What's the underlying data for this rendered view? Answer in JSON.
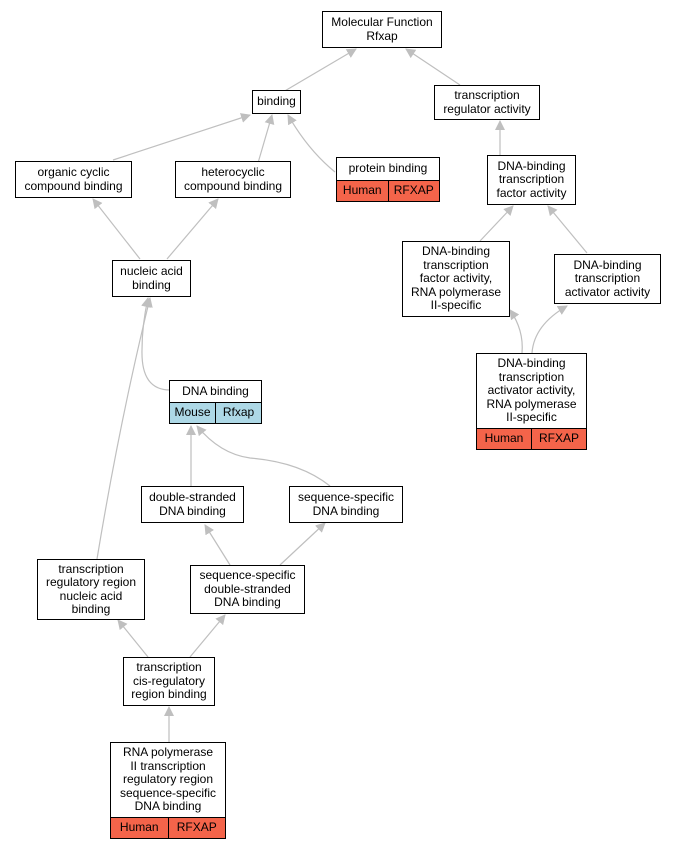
{
  "colors": {
    "edge": "#bfbfbf",
    "human": "#f4644a",
    "mouse": "#add8e6",
    "node_border": "#000000",
    "node_fill": "#ffffff"
  },
  "nodes": {
    "mf": {
      "label": "Molecular Function\nRfxap"
    },
    "binding": {
      "label": "binding"
    },
    "tra": {
      "label": "transcription\nregulator activity"
    },
    "ocb": {
      "label": "organic cyclic\ncompound binding"
    },
    "hcb": {
      "label": "heterocyclic\ncompound binding"
    },
    "pb": {
      "label": "protein binding",
      "annotations": [
        "Human",
        "RFXAP"
      ]
    },
    "dbtfa": {
      "label": "DNA-binding\ntranscription\nfactor activity"
    },
    "nab": {
      "label": "nucleic acid\nbinding"
    },
    "dbtfa2": {
      "label": "DNA-binding\ntranscription\nfactor activity,\nRNA polymerase\nII-specific"
    },
    "dbtaa": {
      "label": "DNA-binding\ntranscription\nactivator activity"
    },
    "dbtaa2": {
      "label": "DNA-binding\ntranscription\nactivator activity,\nRNA polymerase\nII-specific",
      "annotations": [
        "Human",
        "RFXAP"
      ]
    },
    "dnab": {
      "label": "DNA binding",
      "annotations": [
        "Mouse",
        "Rfxap"
      ]
    },
    "dsdna": {
      "label": "double-stranded\nDNA binding"
    },
    "ssdna": {
      "label": "sequence-specific\nDNA binding"
    },
    "trrnab": {
      "label": "transcription\nregulatory region\nnucleic acid\nbinding"
    },
    "ssdsdna": {
      "label": "sequence-specific\ndouble-stranded\nDNA binding"
    },
    "tcrb": {
      "label": "transcription\ncis-regulatory\nregion binding"
    },
    "rnap": {
      "label": "RNA polymerase\nII transcription\nregulatory region\nsequence-specific\nDNA binding",
      "annotations": [
        "Human",
        "RFXAP"
      ]
    }
  }
}
